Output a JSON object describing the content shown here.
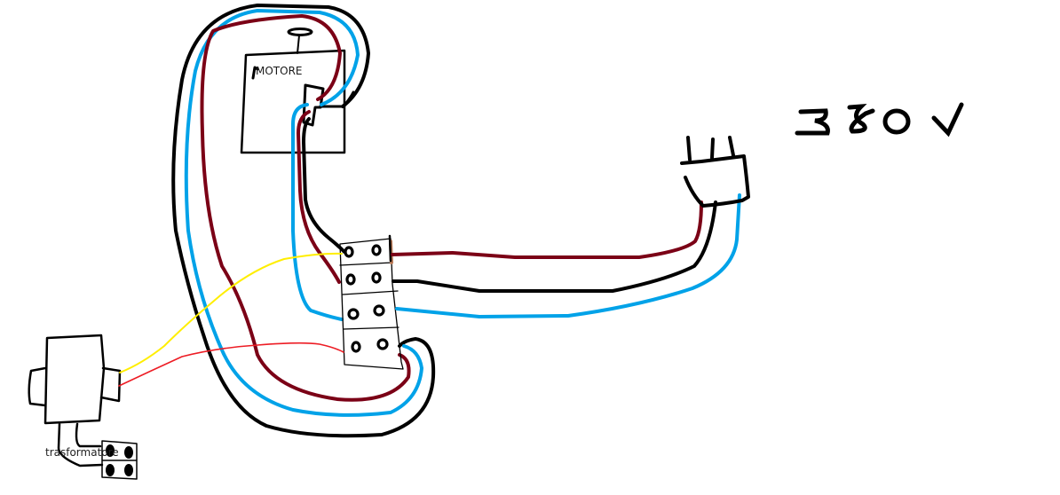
{
  "diagram": {
    "title": "Schema collegamento motore 380 V",
    "voltage_label": "380 V",
    "colors": {
      "phase_brown": "#7b0016",
      "neutral_blue": "#00a2e8",
      "phase_black": "#000000",
      "transformer_yellow": "#ffee00",
      "transformer_red": "#ed1c24",
      "terminal_brown_mark": "#b97a57"
    },
    "nodes": [
      {
        "id": "motor",
        "label": "MOTORE",
        "icon": "motor-box"
      },
      {
        "id": "terminal_block",
        "label": "",
        "icon": "terminal-block",
        "rows": 4,
        "terminals_per_row": 2
      },
      {
        "id": "plug",
        "label": "",
        "icon": "three-pin-plug",
        "pins": 3
      },
      {
        "id": "transformer",
        "label": "trasformatore",
        "icon": "transformer-box"
      },
      {
        "id": "supply",
        "label": "380 V",
        "icon": "voltage-text"
      }
    ],
    "edges": [
      {
        "from": "plug",
        "to": "terminal_block",
        "row": 1,
        "color": "brown"
      },
      {
        "from": "plug",
        "to": "terminal_block",
        "row": 2,
        "color": "black"
      },
      {
        "from": "plug",
        "to": "terminal_block",
        "row": 3,
        "color": "blue"
      },
      {
        "from": "terminal_block",
        "to": "motor",
        "row": 2,
        "color": "brown"
      },
      {
        "from": "terminal_block",
        "to": "motor",
        "row": 1,
        "color": "black"
      },
      {
        "from": "terminal_block",
        "to": "motor",
        "row": 3,
        "color": "blue"
      },
      {
        "from": "terminal_block",
        "to": "motor",
        "row": 4,
        "color": "brown",
        "route": "loop"
      },
      {
        "from": "terminal_block",
        "to": "motor",
        "row": 4,
        "color": "blue",
        "route": "loop"
      },
      {
        "from": "terminal_block",
        "to": "motor",
        "row": 4,
        "color": "black",
        "route": "loop"
      },
      {
        "from": "transformer",
        "to": "terminal_block",
        "row": 1,
        "color": "yellow"
      },
      {
        "from": "transformer",
        "to": "terminal_block",
        "row": 4,
        "color": "red"
      }
    ]
  }
}
